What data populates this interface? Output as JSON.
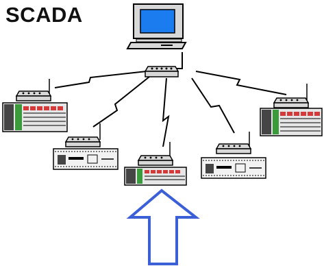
{
  "diagram": {
    "title": "SCADA",
    "nodes": [
      {
        "id": "master",
        "kind": "computer"
      },
      {
        "id": "hub",
        "kind": "radio-modem"
      },
      {
        "id": "site-left",
        "kind": "plc-rack"
      },
      {
        "id": "site-left-mid",
        "kind": "rtu"
      },
      {
        "id": "site-center",
        "kind": "plc-rack"
      },
      {
        "id": "site-right-mid",
        "kind": "rtu"
      },
      {
        "id": "site-right",
        "kind": "plc-rack"
      }
    ],
    "links": [
      {
        "from": "master",
        "to": "hub",
        "type": "wired"
      },
      {
        "from": "hub",
        "to": "site-left",
        "type": "wireless"
      },
      {
        "from": "hub",
        "to": "site-left-mid",
        "type": "wireless"
      },
      {
        "from": "hub",
        "to": "site-center",
        "type": "wireless"
      },
      {
        "from": "hub",
        "to": "site-right-mid",
        "type": "wireless"
      },
      {
        "from": "hub",
        "to": "site-right",
        "type": "wireless"
      }
    ],
    "pointer": {
      "kind": "up-arrow",
      "target": "site-center"
    },
    "colors": {
      "screen": "#1b7cf0",
      "equipment": "#d8d8d8",
      "plc_dark": "#454545",
      "plc_red": "#d43a3a",
      "plc_green": "#3b9a3b",
      "arrow_outline": "#3a5fd6",
      "line": "#000000"
    }
  }
}
